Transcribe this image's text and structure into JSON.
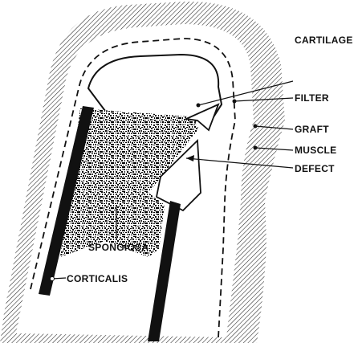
{
  "labels": {
    "cartilage": "CARTILAGE",
    "filter": "FILTER",
    "graft": "GRAFT",
    "muscle": "MUSCLE",
    "defect": "DEFECT",
    "spongiosa": "SPONGIOSA",
    "corticalis": "CORTICALIS"
  },
  "colors": {
    "ink": "#111111",
    "background": "#ffffff"
  }
}
